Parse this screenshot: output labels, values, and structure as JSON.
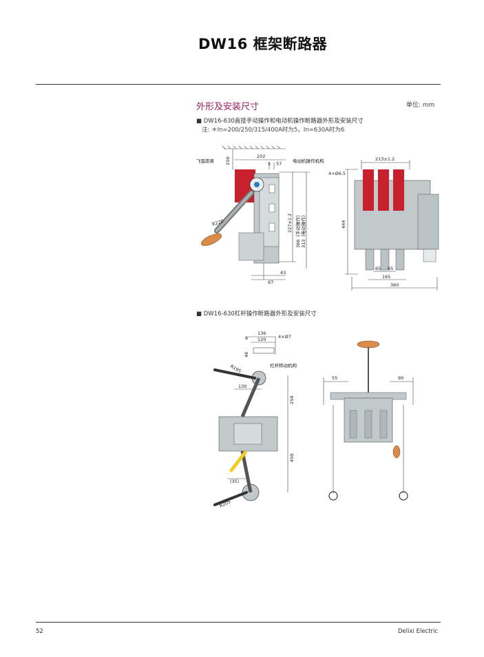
{
  "header": {
    "title": "DW16 框架断路器"
  },
  "section": {
    "title": "外形及安装尺寸",
    "unit": "单位: mm"
  },
  "items": [
    {
      "label": "■ DW16-630直接手动操作和电动机操作断路器外形及安装尺寸",
      "note": "注: ＊In=200/250/315/400A时为5，In=630A时为6"
    },
    {
      "label": "■ DW16-630杠杆操作断路器外形及安装尺寸"
    }
  ],
  "drawing1": {
    "labels": {
      "arc": "飞弧距离",
      "d250": "250",
      "d202": "202",
      "d5": "5",
      "d57": "57",
      "motor": "电动机操作机构",
      "r220": "R220",
      "d227": "227±1.2",
      "d366": "366（手动操作）",
      "d313": "313（电动操作）",
      "d43": "43",
      "d97": "97"
    }
  },
  "drawing2": {
    "labels": {
      "d213": "213±1.2",
      "holes": "4×Ø6.5",
      "d444": "444",
      "d65a": "65",
      "d65b": "65",
      "d165": "165",
      "d360": "360"
    }
  },
  "drawing3": {
    "labels": {
      "d136": "136",
      "d120": "120",
      "d8": "8",
      "holes": "4×Ø7",
      "d46": "46",
      "r195": "R195",
      "lever": "杠杆转动机构",
      "d130": "130",
      "d250": "250",
      "d450": "450",
      "d35": "(35)",
      "r205": "R205"
    }
  },
  "drawing4": {
    "labels": {
      "d55": "55",
      "d90": "90"
    }
  },
  "footer": {
    "page": "52",
    "brand": "Delixi Electric"
  },
  "colors": {
    "accent": "#a0205a",
    "red_part": "#c8202c",
    "gray_part": "#b9c2c4",
    "handle": "#d98c4a",
    "yellow": "#f0cc20"
  }
}
